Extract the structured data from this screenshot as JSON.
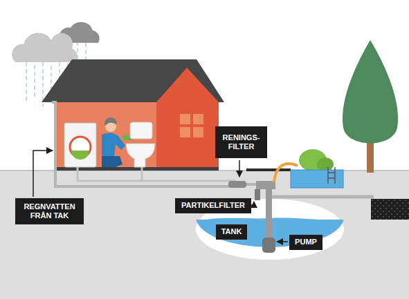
{
  "diagram": {
    "nodes": [
      {
        "text": [
          "RENINGS- FILTER"
        ]
      },
      {
        "text": [
          "REGNVATTEN FRÅN TAK"
        ]
      },
      {
        "text": [
          "PARTIKELFILTER"
        ]
      },
      {
        "text": [
          "TANK"
        ]
      },
      {
        "text": [
          "PUMP"
        ]
      }
    ]
  }
}
